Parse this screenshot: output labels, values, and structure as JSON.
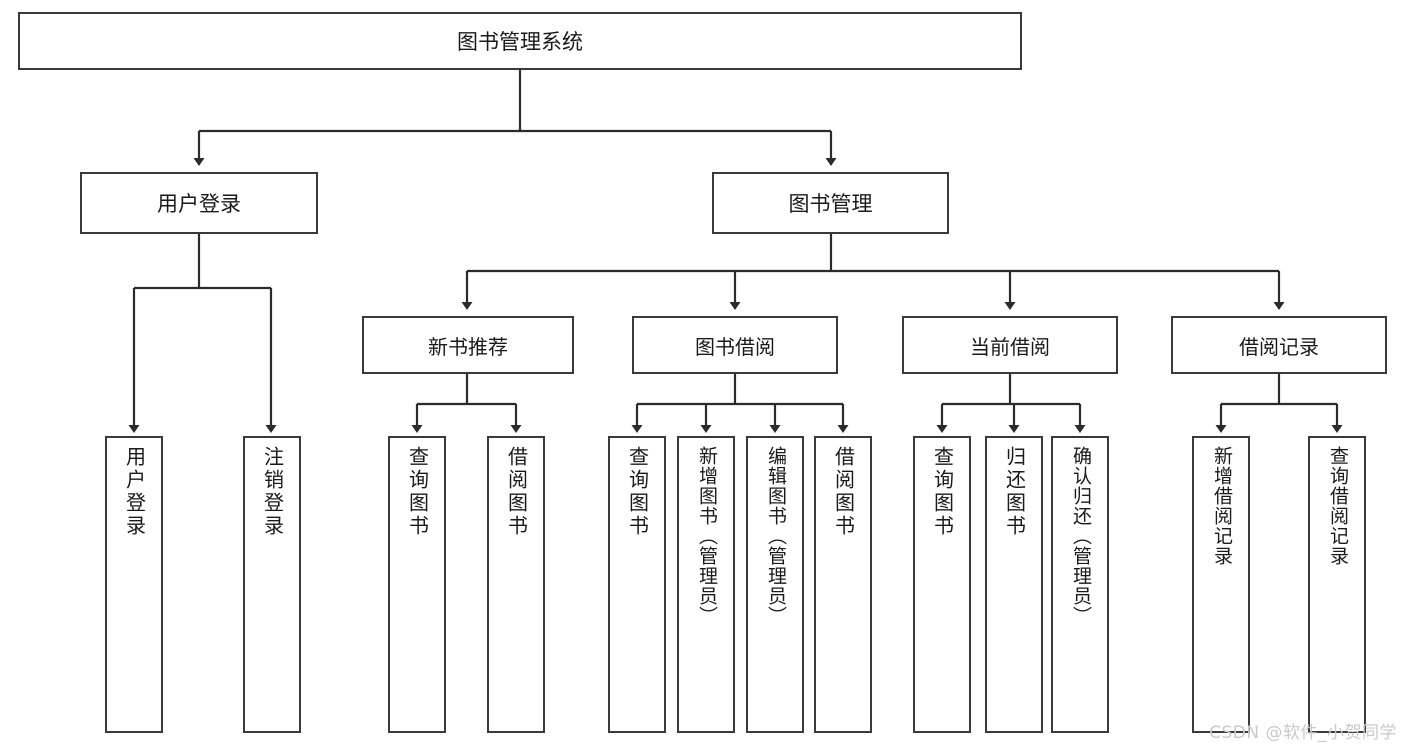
{
  "diagram": {
    "title": "图书管理系统",
    "type": "tree",
    "orientation": "top-down",
    "colors": {
      "box_border": "#3a3a3a",
      "box_fill": "#ffffff",
      "connector": "#2b2b2b",
      "text": "#1a1a1a",
      "watermark": "#c9c9c9"
    }
  },
  "root": {
    "label": "图书管理系统"
  },
  "level2": [
    {
      "label": "用户登录"
    },
    {
      "label": "图书管理"
    }
  ],
  "level3": [
    {
      "label": "新书推荐"
    },
    {
      "label": "图书借阅"
    },
    {
      "label": "当前借阅"
    },
    {
      "label": "借阅记录"
    }
  ],
  "leaves": {
    "user_login": [
      {
        "label": "用户登录"
      },
      {
        "label": "注销登录"
      }
    ],
    "new_book_recommend": [
      {
        "label": "查询图书"
      },
      {
        "label": "借阅图书"
      }
    ],
    "book_borrow": [
      {
        "label": "查询图书"
      },
      {
        "label": "新增图书（管理员）"
      },
      {
        "label": "编辑图书（管理员）"
      },
      {
        "label": "借阅图书"
      }
    ],
    "current_borrow": [
      {
        "label": "查询图书"
      },
      {
        "label": "归还图书"
      },
      {
        "label": "确认归还（管理员）"
      }
    ],
    "borrow_record": [
      {
        "label": "新增借阅记录"
      },
      {
        "label": "查询借阅记录"
      }
    ]
  },
  "watermark": {
    "text": "CSDN @软件_小贺同学"
  }
}
